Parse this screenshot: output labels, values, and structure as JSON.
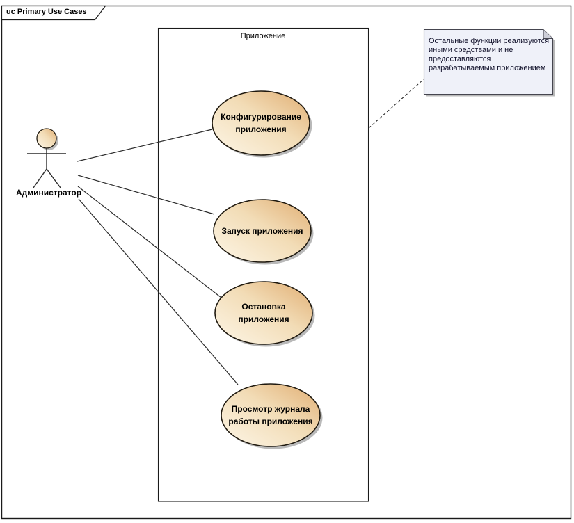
{
  "frame": {
    "title": "uc Primary Use Cases"
  },
  "boundary": {
    "label": "Приложение"
  },
  "actor": {
    "label": "Администратор"
  },
  "use_cases": [
    {
      "name": "configure-application",
      "line1": "Конфигурирование",
      "line2": "приложения"
    },
    {
      "name": "start-application",
      "line1": "Запуск приложения"
    },
    {
      "name": "stop-application",
      "line1": "Остановка",
      "line2": "приложения"
    },
    {
      "name": "view-application-log",
      "line1": "Просмотр журнала",
      "line2": "работы приложения"
    }
  ],
  "note": {
    "lines": [
      "Остальные функции реализуются",
      "иными средствами и не",
      "предоставляются",
      "разрабатываемым приложением"
    ]
  },
  "colors": {
    "ellipse_light": "#fdf6e7",
    "ellipse_mid": "#f2dcb6",
    "ellipse_dark": "#e0ad72",
    "stroke": "#201a10",
    "shadow": "#b9b9b9",
    "note_fill": "#eff1f9",
    "note_fold": "#cdced8",
    "note_stroke": "#45454f",
    "line_color": "#2b2b2b",
    "frame_stroke": "#1a1a1a"
  }
}
